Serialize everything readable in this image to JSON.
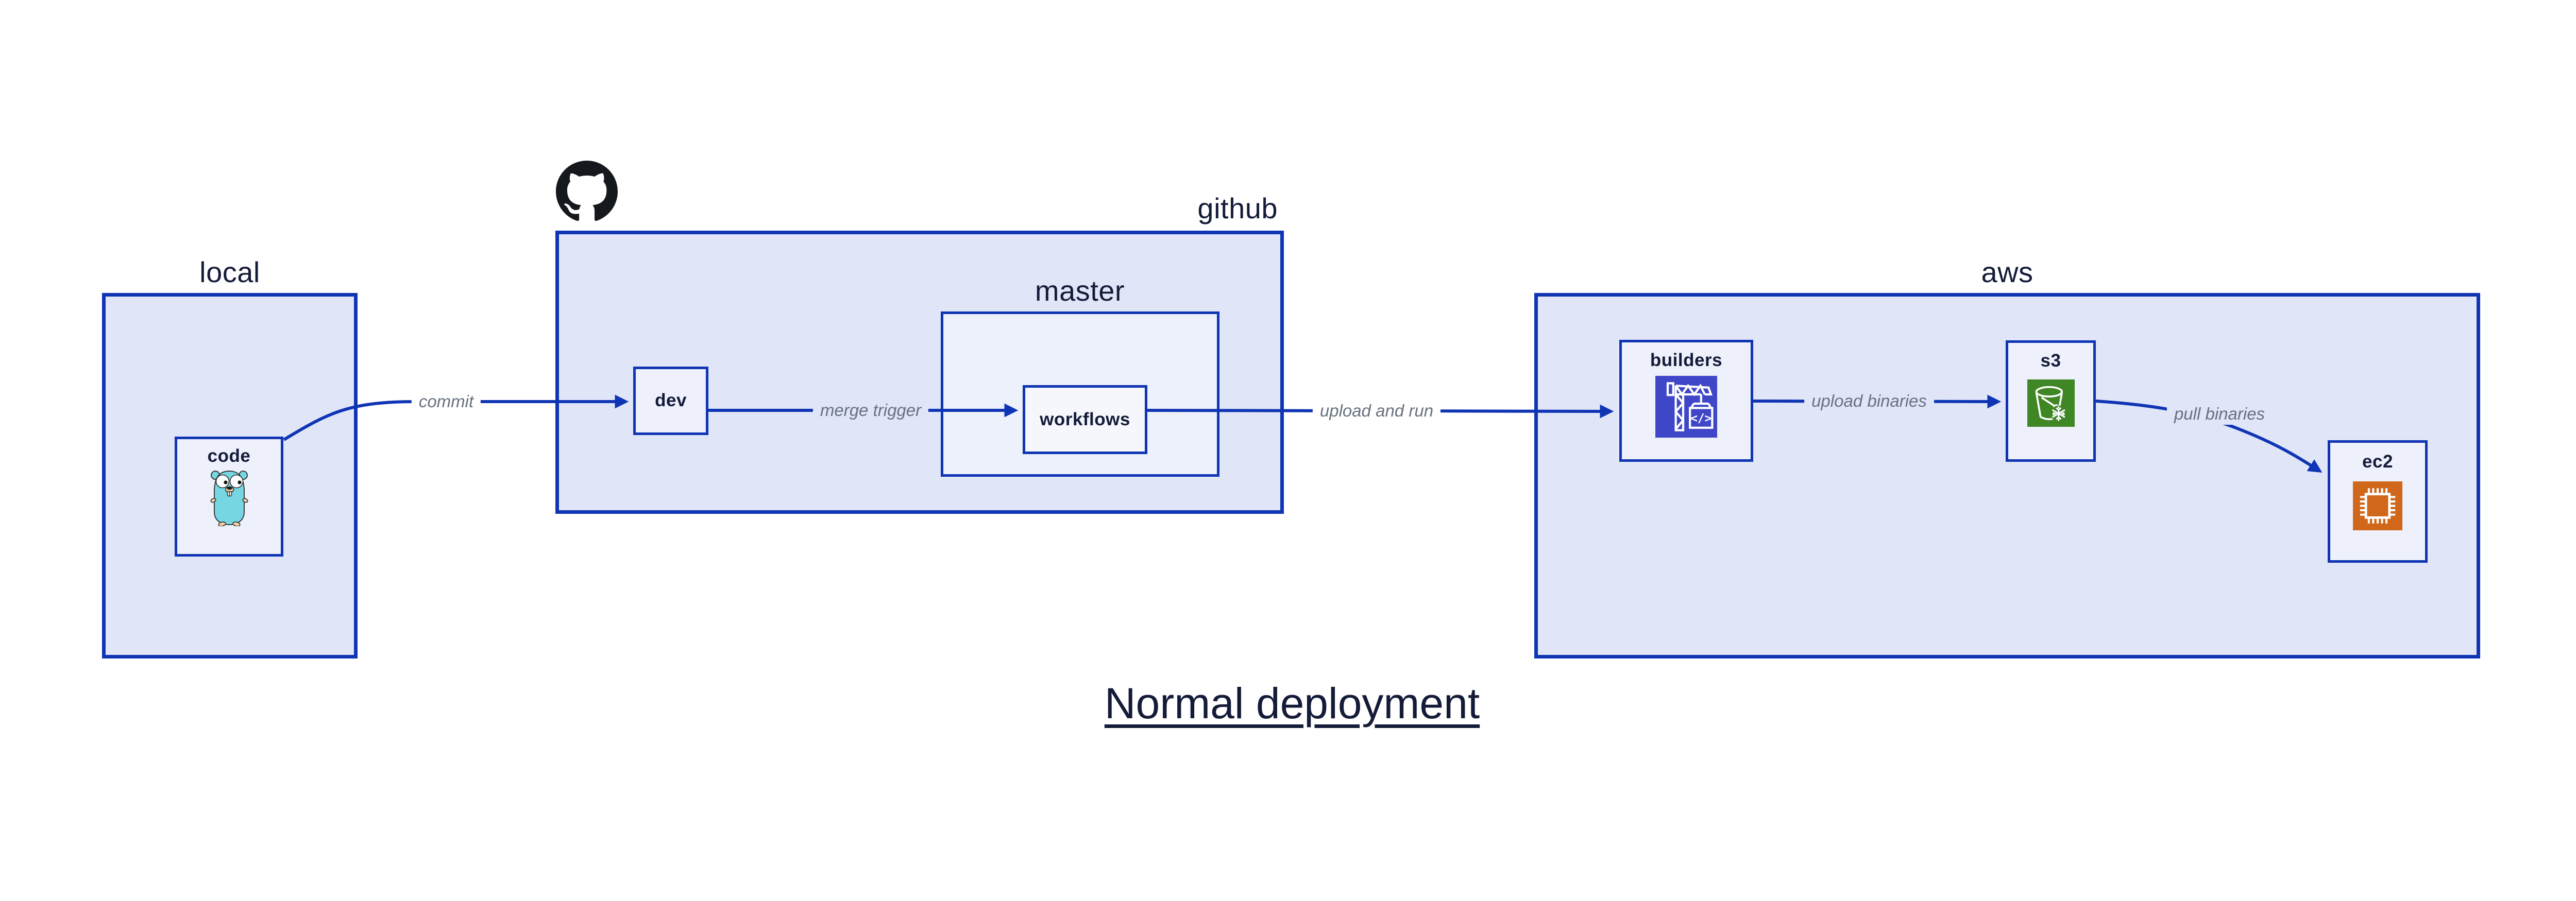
{
  "title": {
    "text": "Normal deployment"
  },
  "colors": {
    "border_blue": "#1035b4",
    "arrow_blue": "#1035b4",
    "container_fill": "#e0e6f8",
    "node_fill": "#eef1fc",
    "inner_node_fill": "#f5f7fd",
    "text_dark": "#141b38",
    "edge_label_gray": "#68717f",
    "codebuild_icon_bg": "#3f47c8",
    "s3_icon_bg": "#3f8624",
    "ec2_icon_bg": "#d0671a",
    "gopher_teal": "#76d7e2",
    "octocat_black": "#15181d",
    "page_bg": "#ffffff"
  },
  "containers": {
    "local": {
      "label": "local"
    },
    "github": {
      "label": "github",
      "logo_icon": "github-octocat-icon"
    },
    "master": {
      "label": "master"
    },
    "aws": {
      "label": "aws"
    }
  },
  "nodes": {
    "code": {
      "label": "code",
      "icon": "go-gopher-icon"
    },
    "dev": {
      "label": "dev"
    },
    "workflows": {
      "label": "workflows"
    },
    "builders": {
      "label": "builders",
      "icon": "codebuild-crane-icon"
    },
    "s3": {
      "label": "s3",
      "icon": "s3-bucket-icon"
    },
    "ec2": {
      "label": "ec2",
      "icon": "ec2-chip-icon"
    }
  },
  "edges": {
    "commit": {
      "label": "commit",
      "from": "code",
      "to": "dev"
    },
    "merge_trigger": {
      "label": "merge trigger",
      "from": "dev",
      "to": "workflows"
    },
    "upload_and_run": {
      "label": "upload and run",
      "from": "workflows",
      "to": "builders"
    },
    "upload_binaries": {
      "label": "upload binaries",
      "from": "builders",
      "to": "s3"
    },
    "pull_binaries": {
      "label": "pull binaries",
      "from": "s3",
      "to": "ec2"
    }
  }
}
